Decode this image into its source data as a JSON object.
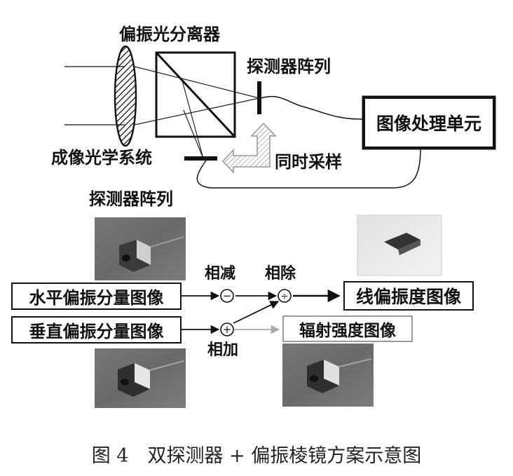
{
  "optics": {
    "splitter_label": "偏振光分离器",
    "detector_array_label": "探测器阵列",
    "imaging_optics_label": "成像光学系统",
    "sync_sampling_label": "同时采样",
    "processor_label": "图像处理单元"
  },
  "processing": {
    "detector_array_label": "探测器阵列",
    "horizontal_image_label": "水平偏振分量图像",
    "vertical_image_label": "垂直偏振分量图像",
    "subtract_label": "相减",
    "add_label": "相加",
    "divide_label": "相除",
    "linear_polarization_label": "线偏振度图像",
    "radiance_label": "辐射强度图像",
    "minus_symbol": "−",
    "plus_symbol": "+",
    "divide_symbol": "÷"
  },
  "caption": "图 4　双探测器 + 偏振棱镜方案示意图"
}
